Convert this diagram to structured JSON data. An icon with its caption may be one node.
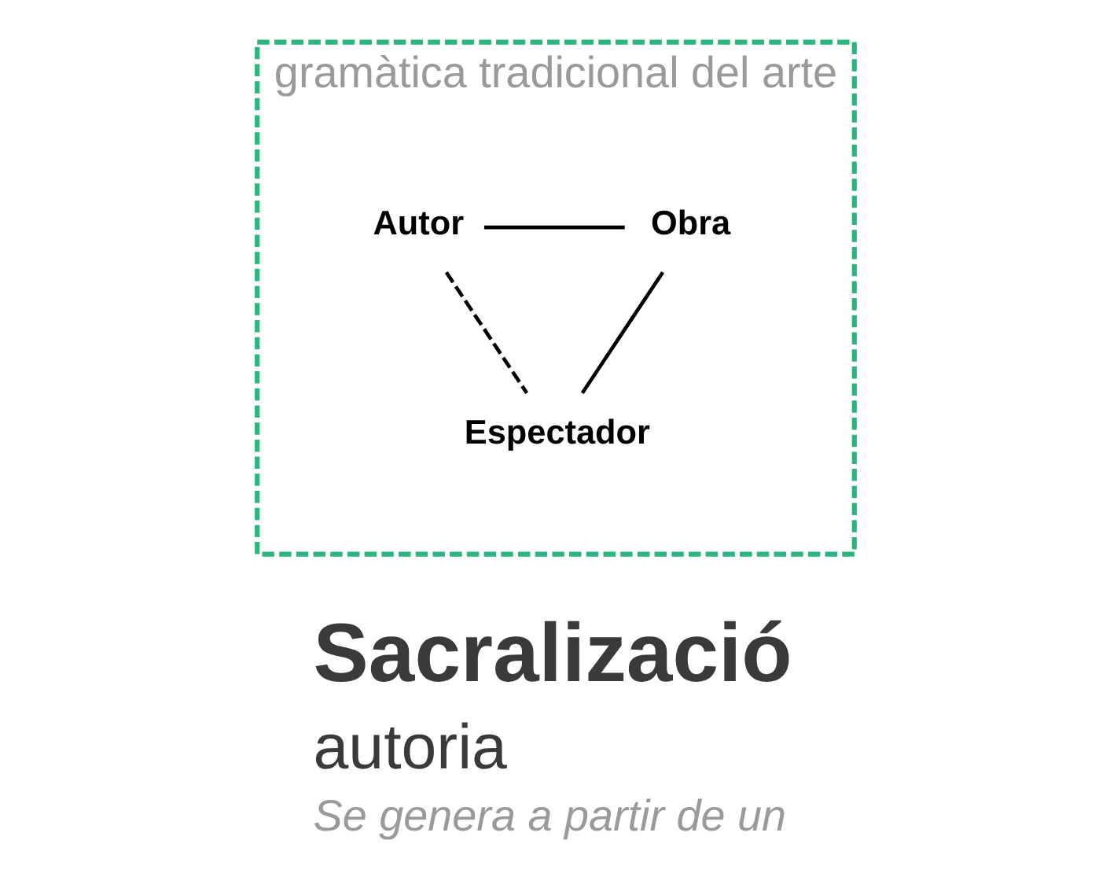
{
  "diagram": {
    "nodes": [
      {
        "text": [
          "gramàtica tradicional del arte"
        ]
      },
      {
        "text": [
          "Autor"
        ],
        "in": 0
      },
      {
        "text": [
          "Obra"
        ],
        "in": 0
      },
      {
        "text": [
          "Espectador"
        ],
        "in": 0
      }
    ],
    "edges": [
      {
        "from": 1,
        "to": 2,
        "arrow": "none"
      },
      {
        "from": 1,
        "to": 3,
        "arrow": "none",
        "style": "dashed"
      },
      {
        "from": 2,
        "to": 3,
        "arrow": "none"
      }
    ],
    "labels": [
      "Sacralizació",
      "autoria",
      "Se genera a partir de un"
    ]
  }
}
